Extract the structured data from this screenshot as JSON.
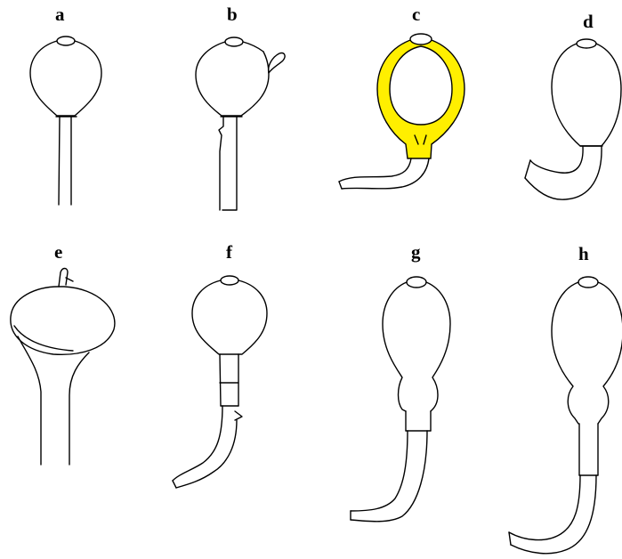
{
  "panels": [
    {
      "label": "a"
    },
    {
      "label": "b"
    },
    {
      "label": "c",
      "highlight_color": "#ffef00"
    },
    {
      "label": "d"
    },
    {
      "label": "e"
    },
    {
      "label": "f"
    },
    {
      "label": "g"
    },
    {
      "label": "h"
    }
  ],
  "colors": {
    "outline": "#000000",
    "background": "#ffffff",
    "highlight": "#ffef00"
  }
}
